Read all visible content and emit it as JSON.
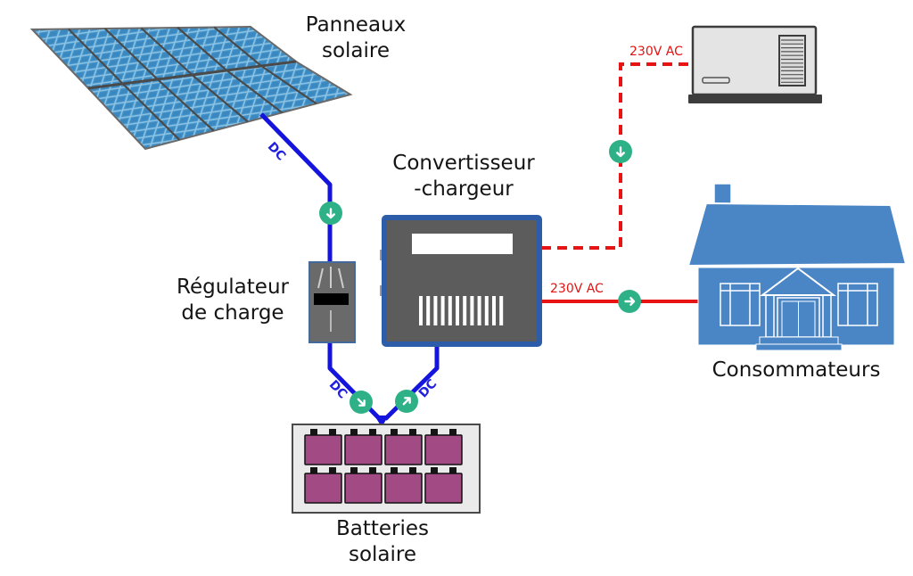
{
  "labels": {
    "panels": [
      "Panneaux",
      "solaire"
    ],
    "regulator": [
      "Régulateur",
      "de charge"
    ],
    "converter": [
      "Convertisseur",
      "-chargeur"
    ],
    "batteries": [
      "Batteries",
      "solaire"
    ],
    "consumers": "Consommateurs"
  },
  "wire_labels": {
    "dc_panels_to_regulator": "DC",
    "dc_regulator_to_batteries": "DC",
    "dc_batteries_to_converter": "DC",
    "ac_generator_to_converter": "230V AC",
    "ac_converter_to_consumers": "230V AC"
  },
  "icons": {
    "flow_down_badge": "arrow-down-circle",
    "flow_right_badge": "arrow-right-circle",
    "flow_down_right_badge": "arrow-down-right-circle",
    "flow_up_right_badge": "arrow-up-right-circle"
  },
  "colors": {
    "dc_wire": "#1414dd",
    "ac_wire": "#e81414",
    "flow_badge": "#2fb187",
    "house": "#4a86c6",
    "battery": "#a24a84",
    "converter_frame": "#2d5ca8"
  }
}
